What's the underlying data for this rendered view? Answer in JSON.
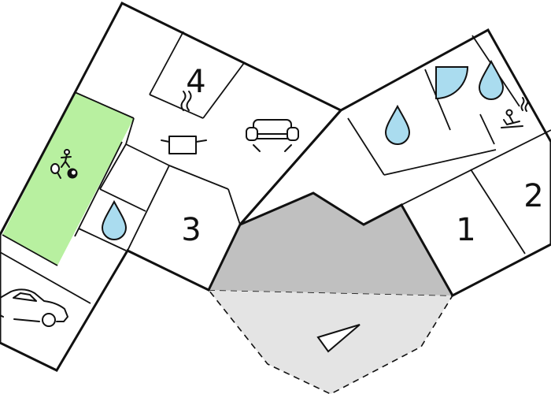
{
  "floorplan": {
    "rooms": [
      {
        "id": "room-4",
        "label": "4"
      },
      {
        "id": "room-3",
        "label": "3"
      },
      {
        "id": "room-1",
        "label": "1"
      },
      {
        "id": "room-2",
        "label": "2"
      }
    ],
    "icons": [
      "kitchen-pot-icon",
      "sofa-icon",
      "water-drop-icon",
      "shower-icon",
      "sauna-icon",
      "table-tennis-icon",
      "billiard-ball-icon",
      "car-icon",
      "compass-arrow-icon"
    ],
    "colors": {
      "activity_room": "#b8f0a0",
      "roofed_terrace": "#c0c0c0",
      "open_terrace": "#e4e4e4",
      "water": "#aadcef",
      "wall": "#111111"
    }
  }
}
